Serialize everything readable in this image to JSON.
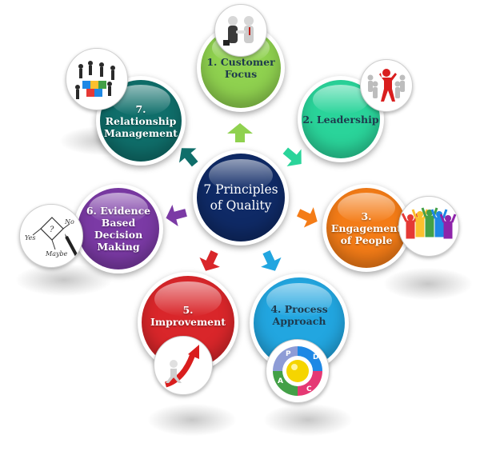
{
  "center": {
    "line1": "7 Principles",
    "line2": "of Quality"
  },
  "principles": [
    {
      "lines": [
        "1. Customer",
        "Focus"
      ],
      "color": "#8fd14f"
    },
    {
      "lines": [
        "2. Leadership"
      ],
      "color": "#2ad49a"
    },
    {
      "lines": [
        "3.",
        "Engagement",
        "of People"
      ],
      "color": "#f47c17"
    },
    {
      "lines": [
        "4. Process",
        "Approach"
      ],
      "color": "#22a6e0"
    },
    {
      "lines": [
        "5.",
        "Improvement"
      ],
      "color": "#d9262a"
    },
    {
      "lines": [
        "6. Evidence",
        "Based",
        "Decision",
        "Making"
      ],
      "color": "#7b3aa5"
    },
    {
      "lines": [
        "7.",
        "Relationship",
        "Management"
      ],
      "color": "#0f6e6a"
    }
  ],
  "center_color": "#0f2a66",
  "thumbs": [
    {
      "icon": "handshake-icon"
    },
    {
      "icon": "leader-figure-icon"
    },
    {
      "icon": "team-celebration-icon"
    },
    {
      "icon": "pdca-cycle-icon",
      "letters": [
        "P",
        "D",
        "C",
        "A"
      ]
    },
    {
      "icon": "rising-arrow-icon"
    },
    {
      "icon": "decision-sketch-icon",
      "words": [
        "No",
        "Yes",
        "?",
        "Maybe"
      ]
    },
    {
      "icon": "business-network-icon"
    }
  ]
}
